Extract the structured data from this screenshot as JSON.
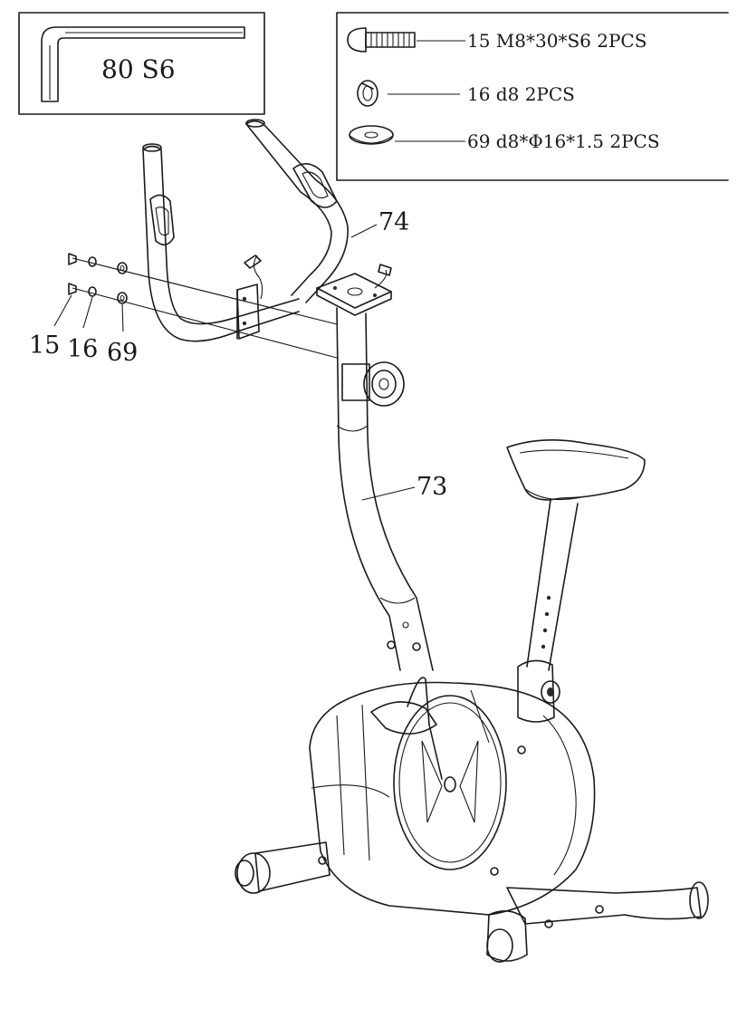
{
  "tool": {
    "label": "80  S6"
  },
  "hardware": [
    {
      "id": "15",
      "text": "15  M8*30*S6  2PCS"
    },
    {
      "id": "16",
      "text": "16  d8  2PCS"
    },
    {
      "id": "69",
      "text": "69  d8*Φ16*1.5  2PCS"
    }
  ],
  "parts": {
    "handlebar": "74",
    "post": "73"
  },
  "callouts": {
    "bolt": "15",
    "spring_washer": "16",
    "flat_washer": "69"
  }
}
